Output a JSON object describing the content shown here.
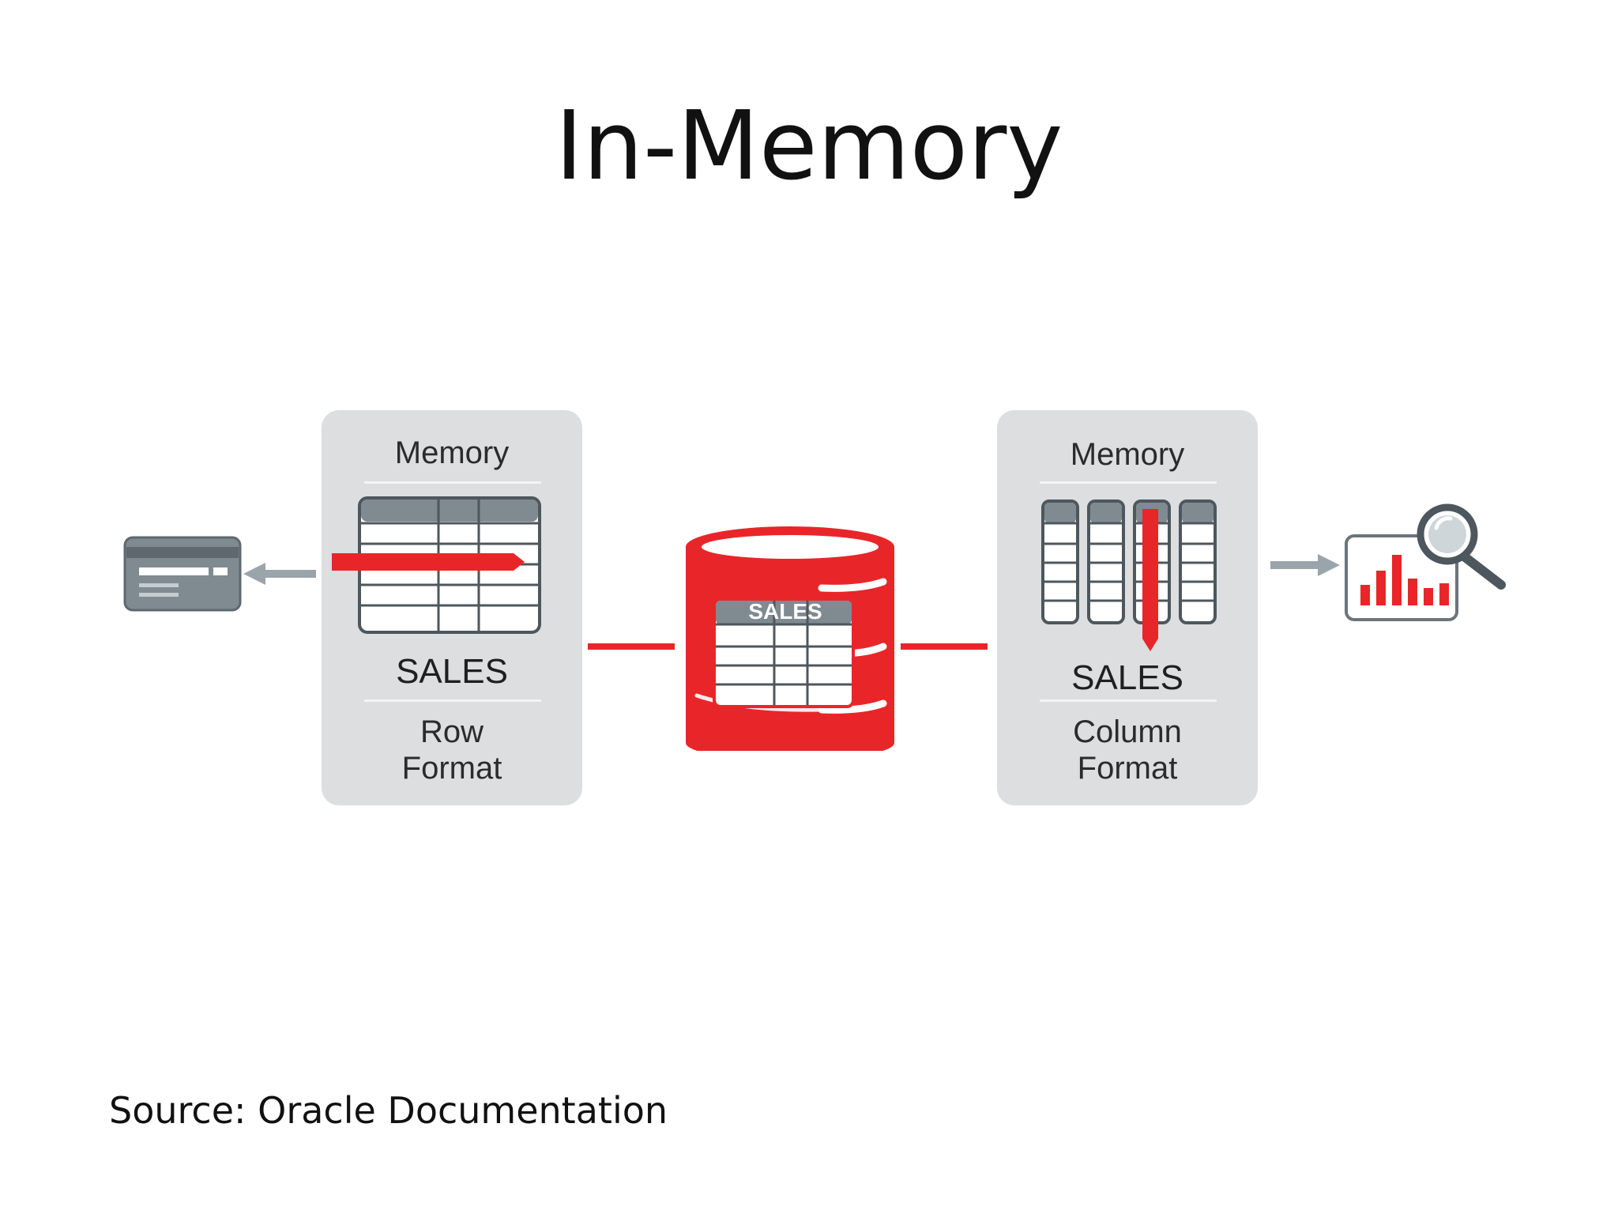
{
  "title": "In-Memory",
  "source": "Source: Oracle Documentation",
  "left_panel": {
    "heading": "Memory",
    "table_label": "SALES",
    "format_line1": "Row",
    "format_line2": "Format"
  },
  "right_panel": {
    "heading": "Memory",
    "table_label": "SALES",
    "format_line1": "Column",
    "format_line2": "Format"
  },
  "database": {
    "table_label": "SALES"
  },
  "colors": {
    "accent_red": "#e8262a",
    "panel_gray": "#dcdedf",
    "icon_gray": "#7f8a91",
    "arrow_gray": "#9aa5ab"
  },
  "icons": {
    "left": "credit-card-icon",
    "right": "analytics-magnifier-icon",
    "center": "database-icon"
  }
}
